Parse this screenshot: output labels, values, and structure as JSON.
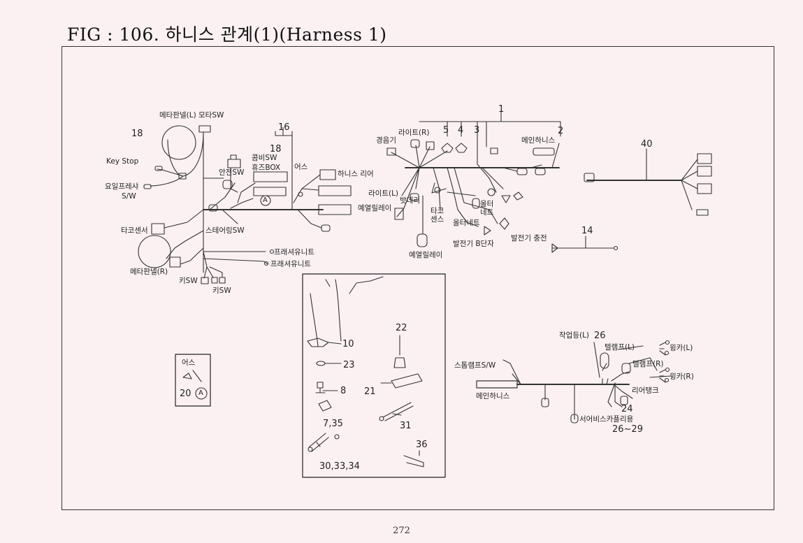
{
  "title": "FIG : 106. 하니스 관계(1)(Harness 1)",
  "page_number": "272",
  "labels": {
    "meter_panel_l_motor_sw": "메타판넬(L) 모타SW",
    "key_stop": "Key Stop",
    "oil_pressure_sw_1": "요일프레샤",
    "oil_pressure_sw_2": "S/W",
    "safety_sw": "안전SW",
    "combi_sw": "콤비SW",
    "fuse_box": "휴즈BOX",
    "earth": "어스",
    "harness_rear": "하니스 리어",
    "tacho_sensor": "타코센서",
    "steering_sw": "스테어링SW",
    "pressure_unit_1": "프래셔유니트",
    "pressure_unit_2": "프래셔유니트",
    "meter_panel_r": "메타판넬(R)",
    "key_sw_1": "키SW",
    "key_sw_2": "키SW",
    "horn": "경음기",
    "light_r": "라이트(R)",
    "main_harness_top": "메인하니스",
    "light_l": "라이트(L)",
    "battery": "밧데리",
    "heat_relay_1": "예열릴레이",
    "heat_relay_2": "예열릴레이",
    "tacho_sense": "타코 센스",
    "alternator_1": "올터 네트",
    "alternator_2": "올터네트",
    "generator_b_terminal": "발전기 B단자",
    "generator_charge": "발전기 충전",
    "earth_inset": "어스",
    "work_lamp_l": "작업등(L)",
    "tail_lamp_l": "텔램프(L)",
    "winker_l": "윙카(L)",
    "tail_lamp_r": "텔램프(R)",
    "winker_r": "윙카(R)",
    "stop_lamp_sw": "스톱램프S/W",
    "main_harness_bottom": "메인하니스",
    "rear_tank": "리어탱크",
    "service_coupler": "서어비스카플리용",
    "circle_a": "A"
  },
  "part_numbers": {
    "n1": "1",
    "n2": "2",
    "n3": "3",
    "n4": "4",
    "n5": "5",
    "n16": "16",
    "n18a": "18",
    "n18b": "18",
    "n40": "40",
    "n14": "14",
    "n10": "10",
    "n22": "22",
    "n23": "23",
    "n8": "8",
    "n21": "21",
    "n7_35": "7,35",
    "n31": "31",
    "n36": "36",
    "n30_33_34": "30,33,34",
    "n20": "20",
    "n26": "26",
    "n24": "24",
    "n26_29": "26~29"
  }
}
